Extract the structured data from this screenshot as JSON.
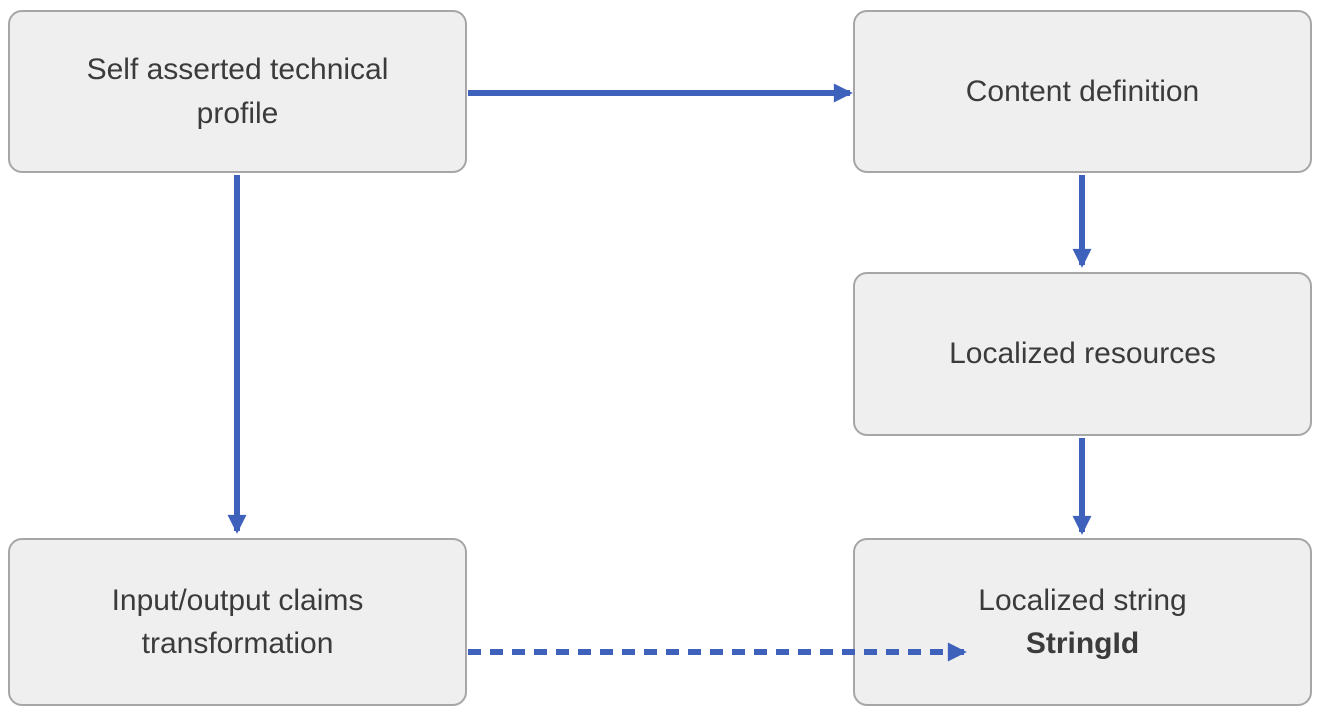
{
  "diagram": {
    "background_color": "#FFFFFF",
    "accent_color": "#3E62BC",
    "node_fill_color": "#F0EFEF",
    "node_border_color": "#A6A6A6",
    "node_text_color": "#3B3B3B",
    "nodes": [
      {
        "id": "self-asserted-technical-profile",
        "label": "Self asserted technical profile"
      },
      {
        "id": "content-definition",
        "label": "Content definition"
      },
      {
        "id": "localized-resources",
        "label": "Localized resources"
      },
      {
        "id": "input-output-claims-transformation",
        "label": "Input/output claims transformation"
      },
      {
        "id": "localized-string",
        "label": "Localized string",
        "sublabel": "StringId"
      }
    ],
    "edges": [
      {
        "from": "self-asserted-technical-profile",
        "to": "content-definition",
        "style": "solid",
        "direction": "right"
      },
      {
        "from": "content-definition",
        "to": "localized-resources",
        "style": "solid",
        "direction": "down"
      },
      {
        "from": "localized-resources",
        "to": "localized-string",
        "style": "solid",
        "direction": "down"
      },
      {
        "from": "self-asserted-technical-profile",
        "to": "input-output-claims-transformation",
        "style": "solid",
        "direction": "down"
      },
      {
        "from": "input-output-claims-transformation",
        "to": "localized-string.StringId",
        "style": "dashed",
        "direction": "right"
      }
    ]
  }
}
